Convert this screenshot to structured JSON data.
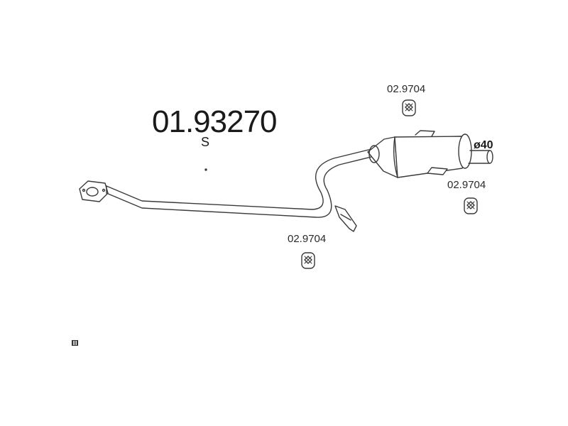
{
  "diagram": {
    "part_number": "01.93270",
    "variant": "S",
    "diameter_label": "ø40",
    "hangers": [
      {
        "ref": "02.9704"
      },
      {
        "ref": "02.9704"
      },
      {
        "ref": "02.9704"
      }
    ],
    "stroke_color": "#3a3a3a",
    "fill_color": "#ffffff"
  }
}
